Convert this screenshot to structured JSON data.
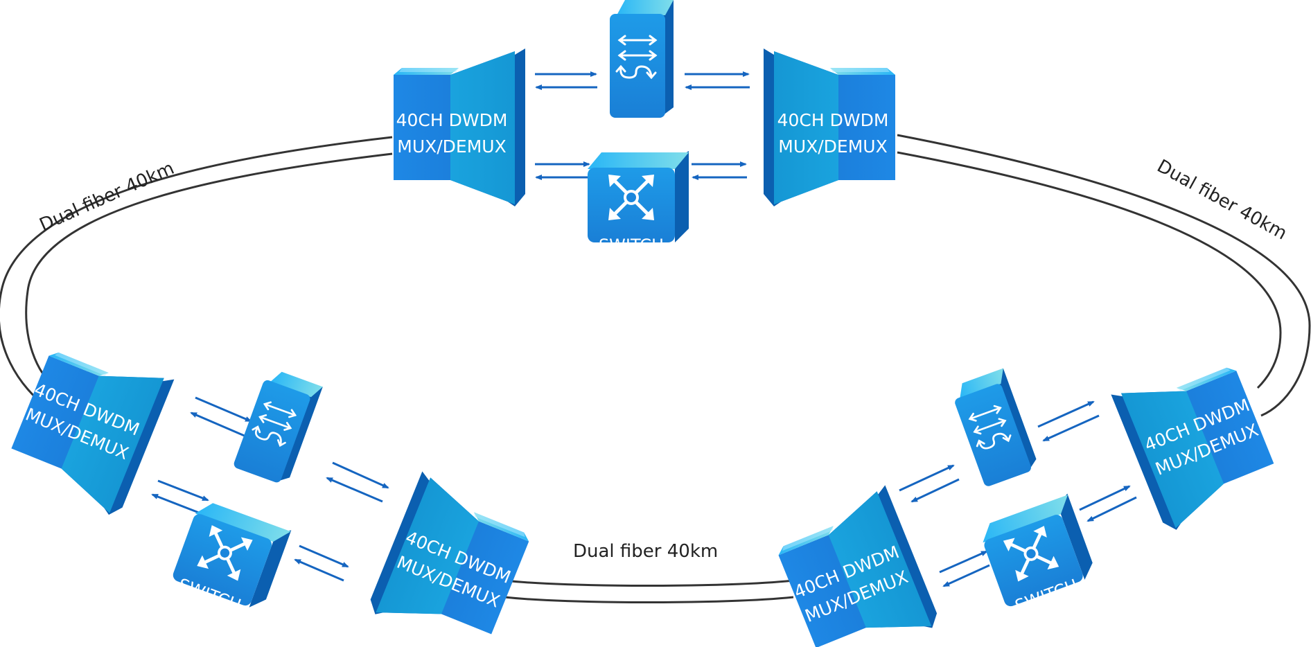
{
  "fiber_labels": {
    "top_left": "Dual fiber 40km",
    "top_right": "Dual fiber 40km",
    "bottom": "Dual fiber 40km"
  },
  "mux_nodes": [
    {
      "line1": "40CH DWDM",
      "line2": "MUX/DEMUX"
    },
    {
      "line1": "40CH DWDM",
      "line2": "MUX/DEMUX"
    },
    {
      "line1": "40CH DWDM",
      "line2": "MUX/DEMUX"
    },
    {
      "line1": "40CH DWDM",
      "line2": "MUX/DEMUX"
    },
    {
      "line1": "40CH DWDM",
      "line2": "MUX/DEMUX"
    },
    {
      "line1": "40CH DWDM",
      "line2": "MUX/DEMUX"
    }
  ],
  "switch_nodes": [
    {
      "label": "SWITCH"
    },
    {
      "label": "SWITCH"
    },
    {
      "label": "SWITCH"
    }
  ],
  "device_icons": [
    "mux-demux-icon",
    "switch-icon",
    "transponder-icon"
  ],
  "colors": {
    "device_front": "#1e88e5",
    "device_side": "#0d6fc2",
    "device_light": "#4fc3f7",
    "arrow": "#1565c0",
    "fiber": "#333333"
  }
}
